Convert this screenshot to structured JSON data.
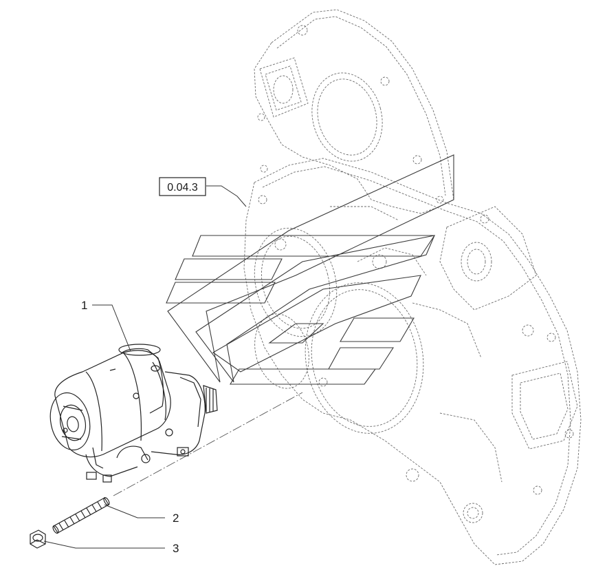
{
  "reference_label": "0.04.3",
  "callouts": [
    {
      "id": "1",
      "label": "1"
    },
    {
      "id": "2",
      "label": "2"
    },
    {
      "id": "3",
      "label": "3"
    }
  ],
  "colors": {
    "line": "#222222",
    "phantom": "#6b6b6b",
    "background": "#ffffff"
  },
  "icons": [
    "starter-motor-icon",
    "stud-bolt-icon",
    "nut-icon",
    "flywheel-housing-icon",
    "logo-watermark-icon"
  ]
}
